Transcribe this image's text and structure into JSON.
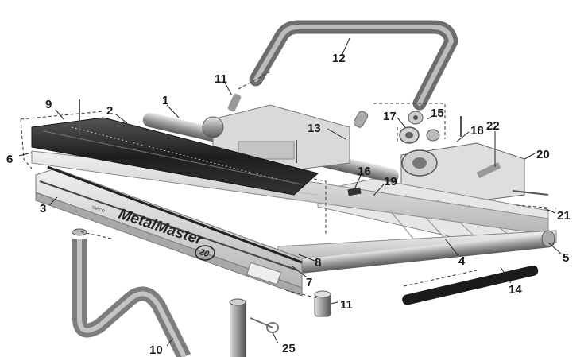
{
  "diagram": {
    "brand_text": "MetalMaster",
    "brand_badge": "20",
    "brand_small": "TAPCO",
    "callouts": [
      {
        "id": "c1",
        "label": "1"
      },
      {
        "id": "c2",
        "label": "2"
      },
      {
        "id": "c3",
        "label": "3"
      },
      {
        "id": "c4",
        "label": "4"
      },
      {
        "id": "c5",
        "label": "5"
      },
      {
        "id": "c6",
        "label": "6"
      },
      {
        "id": "c7",
        "label": "7"
      },
      {
        "id": "c8",
        "label": "8"
      },
      {
        "id": "c9",
        "label": "9"
      },
      {
        "id": "c10",
        "label": "10"
      },
      {
        "id": "c11a",
        "label": "11"
      },
      {
        "id": "c11b",
        "label": "11"
      },
      {
        "id": "c12",
        "label": "12"
      },
      {
        "id": "c13",
        "label": "13"
      },
      {
        "id": "c14",
        "label": "14"
      },
      {
        "id": "c15",
        "label": "15"
      },
      {
        "id": "c16",
        "label": "16"
      },
      {
        "id": "c17",
        "label": "17"
      },
      {
        "id": "c18",
        "label": "18"
      },
      {
        "id": "c19",
        "label": "19"
      },
      {
        "id": "c20",
        "label": "20"
      },
      {
        "id": "c21",
        "label": "21"
      },
      {
        "id": "c22",
        "label": "22"
      },
      {
        "id": "c25",
        "label": "25"
      }
    ]
  }
}
